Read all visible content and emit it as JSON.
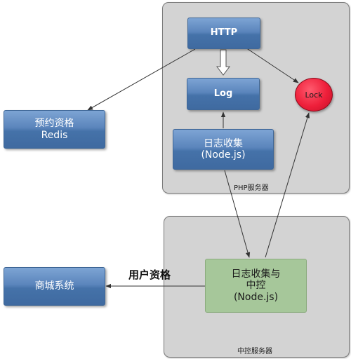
{
  "groups": {
    "php_server": {
      "caption": "PHP服务器"
    },
    "control_server": {
      "caption": "中控服务器"
    }
  },
  "nodes": {
    "http": {
      "label": "HTTP"
    },
    "log": {
      "label": "Log"
    },
    "lock": {
      "label": "Lock"
    },
    "log_collect": {
      "line1": "日志收集",
      "line2": "(Node.js)"
    },
    "redis": {
      "line1": "预约资格",
      "line2": "Redis"
    },
    "mall": {
      "label": "商城系统"
    },
    "collect_control": {
      "line1": "日志收集与",
      "line2": "中控",
      "line3": "(Node.js)"
    }
  },
  "edges": {
    "user_qualification": {
      "label": "用户资格"
    }
  },
  "colors": {
    "node_blue": "#4f7bb3",
    "node_green": "#a6c79a",
    "lock_red": "#ee1f3a",
    "group_gray": "#d3d3d3",
    "edge": "#333333"
  }
}
